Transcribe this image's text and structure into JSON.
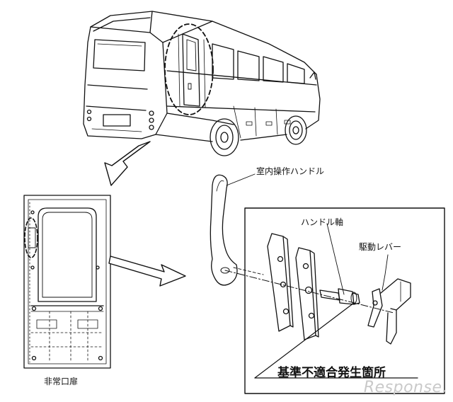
{
  "labels": {
    "interior_handle": "室内操作ハンドル",
    "handle_shaft": "ハンドル軸",
    "drive_lever": "駆動レバー",
    "defect_location": "基準不適合発生箇所",
    "emergency_door": "非常口扉"
  },
  "watermark": "Response.",
  "colors": {
    "line": "#111111",
    "watermark": "#c9c9c9"
  }
}
